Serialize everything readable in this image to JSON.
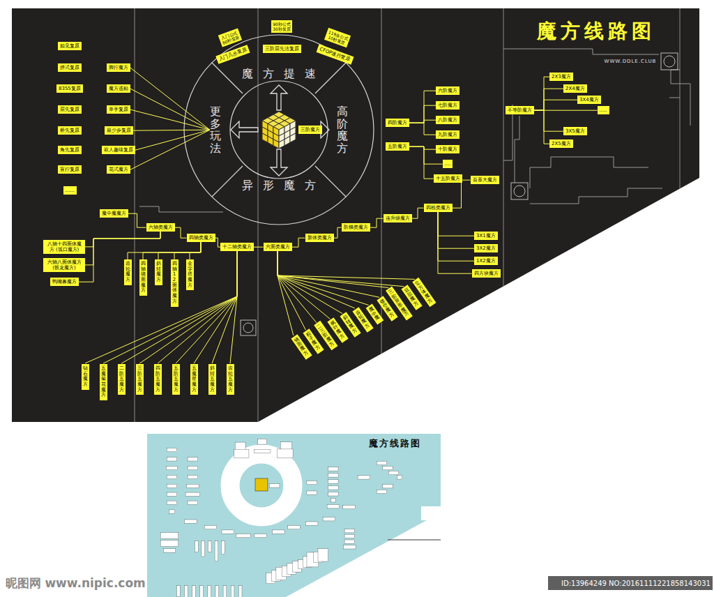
{
  "diagram": {
    "title": "魔方线路图",
    "nodes": [
      {
        "text": [
          "魔方提速"
        ]
      },
      {
        "text": [
          "高阶魔方"
        ]
      },
      {
        "text": [
          "异形魔方"
        ]
      },
      {
        "text": [
          "更多玩法"
        ]
      },
      {
        "text": [
          "入门公式 60秒复原"
        ]
      },
      {
        "text": [
          "90秒公式 30秒复原"
        ]
      },
      {
        "text": [
          "119条公式 10秒复原"
        ]
      },
      {
        "text": [
          "入门几步复原"
        ]
      },
      {
        "text": [
          "三阶层先法复原"
        ]
      },
      {
        "text": [
          "CFOP速拧复原"
        ]
      },
      {
        "text": [
          "三阶魔方"
        ]
      },
      {
        "text": [
          "如见复原"
        ]
      },
      {
        "text": [
          "拼式复原"
        ]
      },
      {
        "text": [
          "8355复原"
        ]
      },
      {
        "text": [
          "层先复原"
        ]
      },
      {
        "text": [
          "桥先复原"
        ]
      },
      {
        "text": [
          "角先复原"
        ]
      },
      {
        "text": [
          "盲拧复原"
        ]
      },
      {
        "text": [
          "......"
        ]
      },
      {
        "text": [
          "脚拧魔方"
        ]
      },
      {
        "text": [
          "魔方选贴"
        ]
      },
      {
        "text": [
          "单手复原"
        ]
      },
      {
        "text": [
          "最少步复原"
        ]
      },
      {
        "text": [
          "双人趣味复原"
        ]
      },
      {
        "text": [
          "花式魔方"
        ]
      },
      {
        "text": [
          "四阶魔方"
        ]
      },
      {
        "text": [
          "五阶魔方"
        ]
      },
      {
        "text": [
          "六阶魔方"
        ]
      },
      {
        "text": [
          "七阶魔方"
        ]
      },
      {
        "text": [
          "八阶魔方"
        ]
      },
      {
        "text": [
          "九阶魔方"
        ]
      },
      {
        "text": [
          "十阶魔方"
        ]
      },
      {
        "text": [
          "...."
        ]
      },
      {
        "text": [
          "十五阶魔方"
        ]
      },
      {
        "text": [
          "魔中魔魔方"
        ]
      },
      {
        "text": [
          "六轴类魔方"
        ]
      },
      {
        "text": [
          "四轴类魔方"
        ]
      },
      {
        "text": [
          "十二轴类魔方"
        ]
      },
      {
        "text": [
          "六面类魔方"
        ]
      },
      {
        "text": [
          "新体类魔方"
        ]
      },
      {
        "text": [
          "阶梯类魔方"
        ]
      },
      {
        "text": [
          "连升级魔方"
        ]
      },
      {
        "text": [
          "四核类魔方"
        ]
      },
      {
        "text": [
          "百慕大魔方"
        ]
      },
      {
        "text": [
          "3X1魔方"
        ]
      },
      {
        "text": [
          "3X2魔方"
        ]
      },
      {
        "text": [
          "1X2魔方"
        ]
      },
      {
        "text": [
          "四方块魔方"
        ]
      },
      {
        "text": [
          "八轴十四面体魔方 (弧口魔方)"
        ]
      },
      {
        "text": [
          "六轴八面体魔方 (骰龙魔方)"
        ]
      },
      {
        "text": [
          "鸭嘴兽魔方"
        ]
      },
      {
        "text": [
          "齿轮魔方"
        ]
      },
      {
        "text": [
          "四轴镜面魔方"
        ]
      },
      {
        "text": [
          "斜转魔方"
        ]
      },
      {
        "text": [
          "四轴12面体魔方"
        ]
      },
      {
        "text": [
          "金字塔魔方"
        ]
      },
      {
        "text": [
          "钻石魔方"
        ]
      },
      {
        "text": [
          "五魔菊花魔方"
        ]
      },
      {
        "text": [
          "二阶五魔方"
        ]
      },
      {
        "text": [
          "三阶五魔方"
        ]
      },
      {
        "text": [
          "四阶五魔方"
        ]
      },
      {
        "text": [
          "五阶五魔方"
        ]
      },
      {
        "text": [
          "五魔星魔方"
        ]
      },
      {
        "text": [
          "斜转五魔方"
        ]
      },
      {
        "text": [
          "齿轮五魔方"
        ]
      },
      {
        "text": [
          "镜面魔方"
        ]
      },
      {
        "text": [
          "粽子魔方"
        ]
      },
      {
        "text": [
          "二三阶魔方"
        ]
      },
      {
        "text": [
          "枫叶魔方"
        ]
      },
      {
        "text": [
          "斜转魔方"
        ]
      },
      {
        "text": [
          "齿轮魔方"
        ]
      },
      {
        "text": [
          "魔中魔"
        ]
      },
      {
        "text": [
          "镂空魔方"
        ]
      },
      {
        "text": [
          "三阶异形魔方"
        ]
      },
      {
        "text": [
          "双层魔方"
        ]
      },
      {
        "text": [
          "立方体魔方"
        ]
      },
      {
        "text": [
          "不等阶魔方"
        ]
      },
      {
        "text": [
          "2X3魔方"
        ]
      },
      {
        "text": [
          "2X4魔方"
        ]
      },
      {
        "text": [
          "3X4魔方"
        ]
      },
      {
        "text": [
          "....."
        ]
      },
      {
        "text": [
          "3X5魔方"
        ]
      },
      {
        "text": [
          "2X5魔方"
        ]
      }
    ],
    "edges": [
      {
        "from": 19,
        "to": 3,
        "arrow": "none"
      },
      {
        "from": 20,
        "to": 3,
        "arrow": "none"
      },
      {
        "from": 21,
        "to": 3,
        "arrow": "none"
      },
      {
        "from": 22,
        "to": 3,
        "arrow": "none"
      },
      {
        "from": 23,
        "to": 3,
        "arrow": "none"
      },
      {
        "from": 24,
        "to": 3,
        "arrow": "none"
      },
      {
        "from": 25,
        "to": 27,
        "arrow": "none"
      },
      {
        "from": 25,
        "to": 28,
        "arrow": "none"
      },
      {
        "from": 25,
        "to": 29,
        "arrow": "none"
      },
      {
        "from": 25,
        "to": 30,
        "arrow": "none"
      },
      {
        "from": 26,
        "to": 31,
        "arrow": "none"
      },
      {
        "from": 26,
        "to": 32,
        "arrow": "none"
      },
      {
        "from": 26,
        "to": 33,
        "arrow": "none"
      },
      {
        "from": 34,
        "to": 35,
        "arrow": "none"
      },
      {
        "from": 35,
        "to": 36,
        "arrow": "none"
      },
      {
        "from": 36,
        "to": 37,
        "arrow": "none"
      },
      {
        "from": 37,
        "to": 38,
        "arrow": "none"
      },
      {
        "from": 38,
        "to": 39,
        "arrow": "none"
      },
      {
        "from": 39,
        "to": 40,
        "arrow": "none"
      },
      {
        "from": 40,
        "to": 41,
        "arrow": "none"
      },
      {
        "from": 41,
        "to": 42,
        "arrow": "none"
      },
      {
        "from": 42,
        "to": 43,
        "arrow": "none"
      },
      {
        "from": 42,
        "to": 44,
        "arrow": "none"
      },
      {
        "from": 42,
        "to": 45,
        "arrow": "none"
      },
      {
        "from": 42,
        "to": 46,
        "arrow": "none"
      },
      {
        "from": 42,
        "to": 47,
        "arrow": "none"
      },
      {
        "from": 48,
        "to": 35,
        "arrow": "none"
      },
      {
        "from": 49,
        "to": 35,
        "arrow": "none"
      },
      {
        "from": 50,
        "to": 35,
        "arrow": "none"
      },
      {
        "from": 36,
        "to": 51,
        "arrow": "none"
      },
      {
        "from": 36,
        "to": 52,
        "arrow": "none"
      },
      {
        "from": 36,
        "to": 53,
        "arrow": "none"
      },
      {
        "from": 36,
        "to": 54,
        "arrow": "none"
      },
      {
        "from": 36,
        "to": 55,
        "arrow": "none"
      },
      {
        "from": 37,
        "to": 56,
        "arrow": "none"
      },
      {
        "from": 37,
        "to": 57,
        "arrow": "none"
      },
      {
        "from": 37,
        "to": 58,
        "arrow": "none"
      },
      {
        "from": 37,
        "to": 59,
        "arrow": "none"
      },
      {
        "from": 37,
        "to": 60,
        "arrow": "none"
      },
      {
        "from": 37,
        "to": 61,
        "arrow": "none"
      },
      {
        "from": 37,
        "to": 62,
        "arrow": "none"
      },
      {
        "from": 37,
        "to": 63,
        "arrow": "none"
      },
      {
        "from": 37,
        "to": 64,
        "arrow": "none"
      },
      {
        "from": 38,
        "to": 65,
        "arrow": "none"
      },
      {
        "from": 38,
        "to": 66,
        "arrow": "none"
      },
      {
        "from": 38,
        "to": 67,
        "arrow": "none"
      },
      {
        "from": 38,
        "to": 68,
        "arrow": "none"
      },
      {
        "from": 38,
        "to": 69,
        "arrow": "none"
      },
      {
        "from": 38,
        "to": 70,
        "arrow": "none"
      },
      {
        "from": 38,
        "to": 71,
        "arrow": "none"
      },
      {
        "from": 38,
        "to": 72,
        "arrow": "none"
      },
      {
        "from": 38,
        "to": 73,
        "arrow": "none"
      },
      {
        "from": 38,
        "to": 74,
        "arrow": "none"
      },
      {
        "from": 38,
        "to": 75,
        "arrow": "none"
      },
      {
        "from": 76,
        "to": 77,
        "arrow": "none"
      },
      {
        "from": 76,
        "to": 78,
        "arrow": "none"
      },
      {
        "from": 76,
        "to": 79,
        "arrow": "none"
      },
      {
        "from": 76,
        "to": 80,
        "arrow": "none"
      },
      {
        "from": 76,
        "to": 81,
        "arrow": "none"
      },
      {
        "from": 76,
        "to": 82,
        "arrow": "none"
      }
    ],
    "labels": [
      "WWW.DDLE.CLUB",
      "魔方线路图",
      "昵图网 www.nipic.com",
      "ID:13964249 NO:20161111221858143031"
    ]
  }
}
